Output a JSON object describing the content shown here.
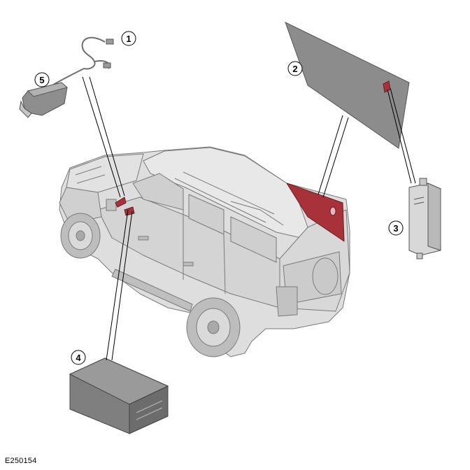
{
  "callouts": [
    {
      "id": "1",
      "text": "1"
    },
    {
      "id": "2",
      "text": "2"
    },
    {
      "id": "3",
      "text": "3"
    },
    {
      "id": "4",
      "text": "4"
    },
    {
      "id": "5",
      "text": "5"
    }
  ],
  "reference_code": "E250154",
  "colors": {
    "background": "#ffffff",
    "vehicle_body": "#dcdcdc",
    "vehicle_outline": "#7a7a7a",
    "component_dark": "#8a8a8a",
    "highlight_red": "#a8323a",
    "leader_line": "#000000"
  }
}
